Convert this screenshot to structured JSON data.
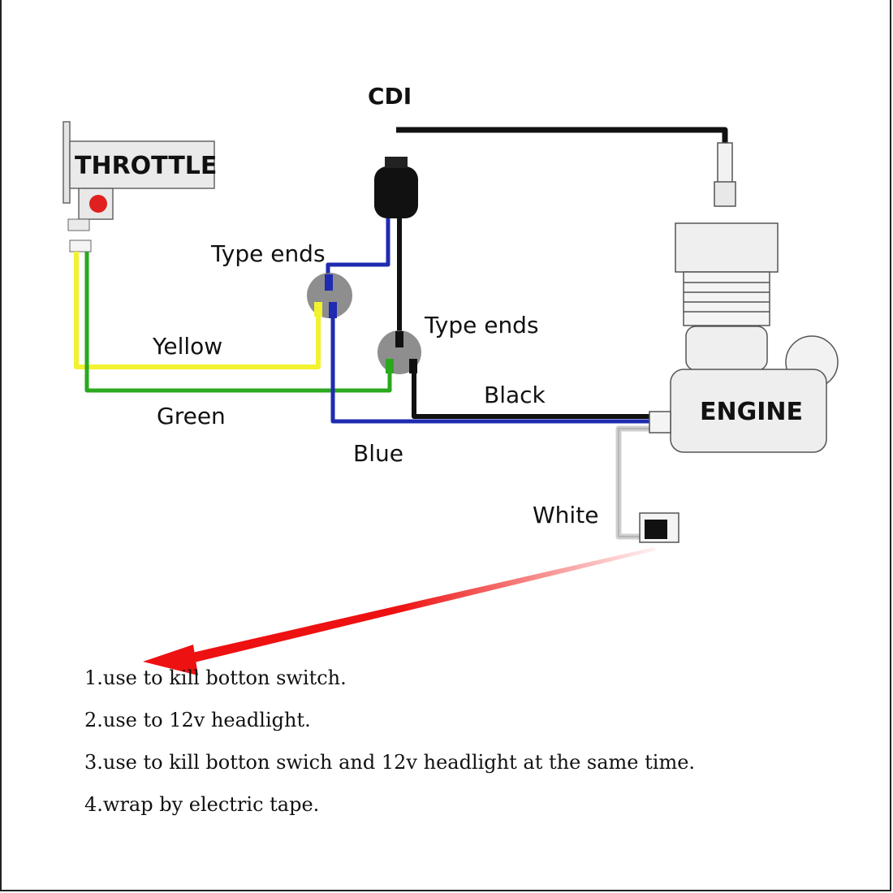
{
  "labels": {
    "cdi": "CDI",
    "throttle": "THROTTLE",
    "type_ends_1": "Type ends",
    "type_ends_2": "Type ends",
    "yellow": "Yellow",
    "green": "Green",
    "blue": "Blue",
    "black": "Black",
    "white": "White",
    "engine": "ENGINE"
  },
  "notes": [
    "1.use to kill botton switch.",
    "2.use to 12v headlight.",
    "3.use to kill botton swich and 12v headlight at the same time.",
    "4.wrap by electric tape."
  ],
  "colors": {
    "yellow_wire": "#f2f230",
    "green_wire": "#2aa81e",
    "blue_wire": "#1f2bb0",
    "black_wire": "#111111",
    "white_wire": "#cfcfcf",
    "arrow": "#ee1111",
    "throttle_button": "#e02020"
  }
}
